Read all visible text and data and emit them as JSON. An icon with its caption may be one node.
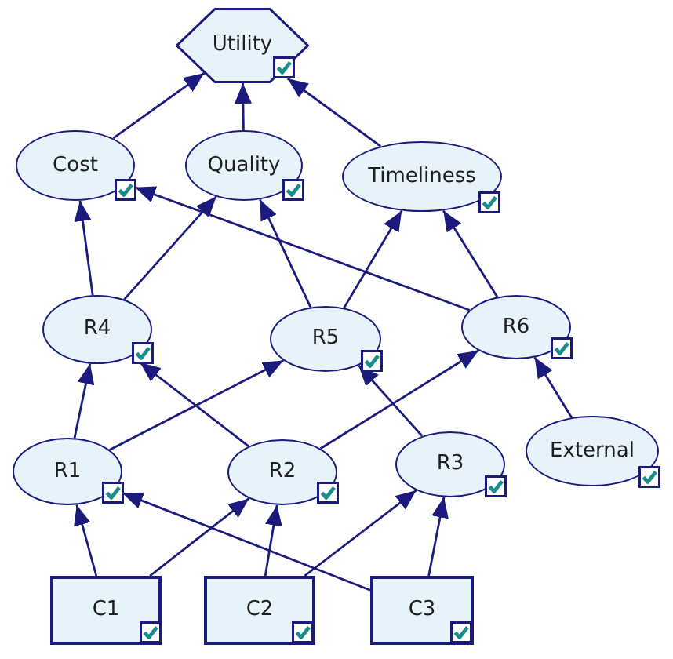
{
  "diagram": {
    "nodes": [
      {
        "text": [
          "Utility"
        ]
      },
      {
        "text": [
          "Cost"
        ]
      },
      {
        "text": [
          "Quality"
        ]
      },
      {
        "text": [
          "Timeliness"
        ]
      },
      {
        "text": [
          "R4"
        ]
      },
      {
        "text": [
          "R5"
        ]
      },
      {
        "text": [
          "R6"
        ]
      },
      {
        "text": [
          "R1"
        ]
      },
      {
        "text": [
          "R2"
        ]
      },
      {
        "text": [
          "R3"
        ]
      },
      {
        "text": [
          "External"
        ]
      },
      {
        "text": [
          "C1"
        ]
      },
      {
        "text": [
          "C2"
        ]
      },
      {
        "text": [
          "C3"
        ]
      }
    ],
    "edges": [
      {
        "from": 1,
        "to": 0,
        "arrow": "to"
      },
      {
        "from": 2,
        "to": 0,
        "arrow": "to"
      },
      {
        "from": 3,
        "to": 0,
        "arrow": "to"
      },
      {
        "from": 4,
        "to": 1,
        "arrow": "to"
      },
      {
        "from": 4,
        "to": 2,
        "arrow": "to"
      },
      {
        "from": 5,
        "to": 2,
        "arrow": "to"
      },
      {
        "from": 5,
        "to": 3,
        "arrow": "to"
      },
      {
        "from": 6,
        "to": 3,
        "arrow": "to"
      },
      {
        "from": 6,
        "to": 1,
        "arrow": "to"
      },
      {
        "from": 7,
        "to": 4,
        "arrow": "to"
      },
      {
        "from": 7,
        "to": 5,
        "arrow": "to"
      },
      {
        "from": 8,
        "to": 4,
        "arrow": "to"
      },
      {
        "from": 8,
        "to": 6,
        "arrow": "to"
      },
      {
        "from": 9,
        "to": 5,
        "arrow": "to"
      },
      {
        "from": 10,
        "to": 6,
        "arrow": "to"
      },
      {
        "from": 11,
        "to": 7,
        "arrow": "to"
      },
      {
        "from": 11,
        "to": 8,
        "arrow": "to"
      },
      {
        "from": 12,
        "to": 8,
        "arrow": "to"
      },
      {
        "from": 12,
        "to": 9,
        "arrow": "to"
      },
      {
        "from": 13,
        "to": 9,
        "arrow": "to"
      },
      {
        "from": 13,
        "to": 7,
        "arrow": "to"
      }
    ]
  }
}
